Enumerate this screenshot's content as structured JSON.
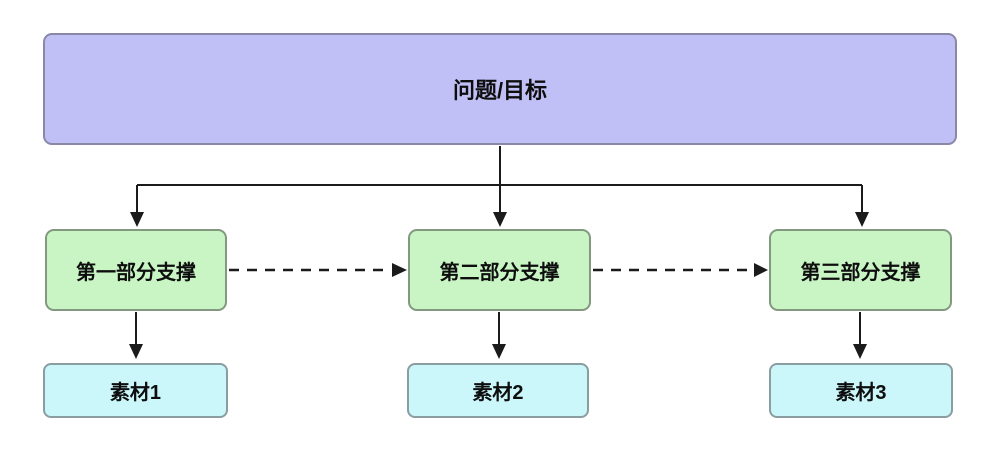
{
  "diagram": {
    "title_box": {
      "label": "问题/目标"
    },
    "support_boxes": [
      {
        "label": "第一部分支撑"
      },
      {
        "label": "第二部分支撑"
      },
      {
        "label": "第三部分支撑"
      }
    ],
    "material_boxes": [
      {
        "label": "素材1"
      },
      {
        "label": "素材2"
      },
      {
        "label": "素材3"
      }
    ],
    "connections": [
      {
        "from": "问题/目标",
        "to": "第一部分支撑",
        "style": "solid-arrow"
      },
      {
        "from": "问题/目标",
        "to": "第二部分支撑",
        "style": "solid-arrow"
      },
      {
        "from": "问题/目标",
        "to": "第三部分支撑",
        "style": "solid-arrow"
      },
      {
        "from": "第一部分支撑",
        "to": "第二部分支撑",
        "style": "dashed-arrow"
      },
      {
        "from": "第二部分支撑",
        "to": "第三部分支撑",
        "style": "dashed-arrow"
      },
      {
        "from": "第一部分支撑",
        "to": "素材1",
        "style": "solid-arrow"
      },
      {
        "from": "第二部分支撑",
        "to": "素材2",
        "style": "solid-arrow"
      },
      {
        "from": "第三部分支撑",
        "to": "素材3",
        "style": "solid-arrow"
      }
    ],
    "colors": {
      "title_fill": "#c1c0f6",
      "title_border": "#8a88a8",
      "support_fill": "#c9f5c5",
      "support_border": "#82997f",
      "material_fill": "#cbf7fa",
      "material_border": "#8a9da0",
      "connector": "#1b1b1b",
      "text": "#0e0e0e",
      "background": "#ffffff"
    }
  }
}
